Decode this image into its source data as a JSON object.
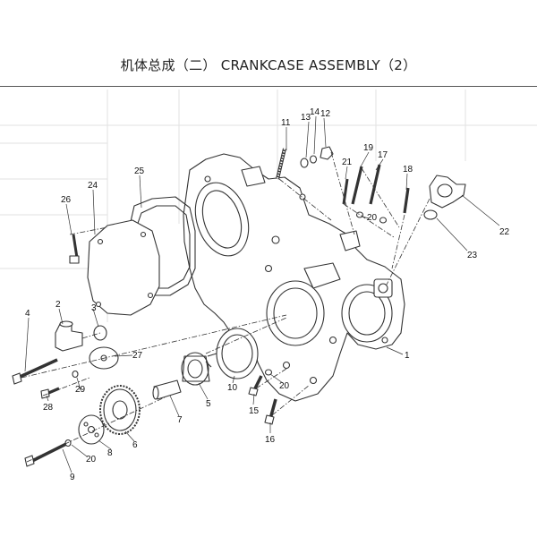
{
  "header": {
    "title_cn": "机体总成（二）",
    "title_en": "CRANKCASE ASSEMBLY（2）"
  },
  "diagram": {
    "callouts": [
      "1",
      "2",
      "3",
      "4",
      "5",
      "6",
      "7",
      "8",
      "9",
      "10",
      "11",
      "12",
      "13",
      "14",
      "15",
      "16",
      "17",
      "18",
      "19",
      "20",
      "20",
      "20",
      "20",
      "21",
      "22",
      "23",
      "24",
      "25",
      "26",
      "27",
      "28",
      "29"
    ],
    "colors": {
      "ink": "#333333",
      "paper": "#ffffff",
      "ghost": "#d8d8d8"
    }
  }
}
